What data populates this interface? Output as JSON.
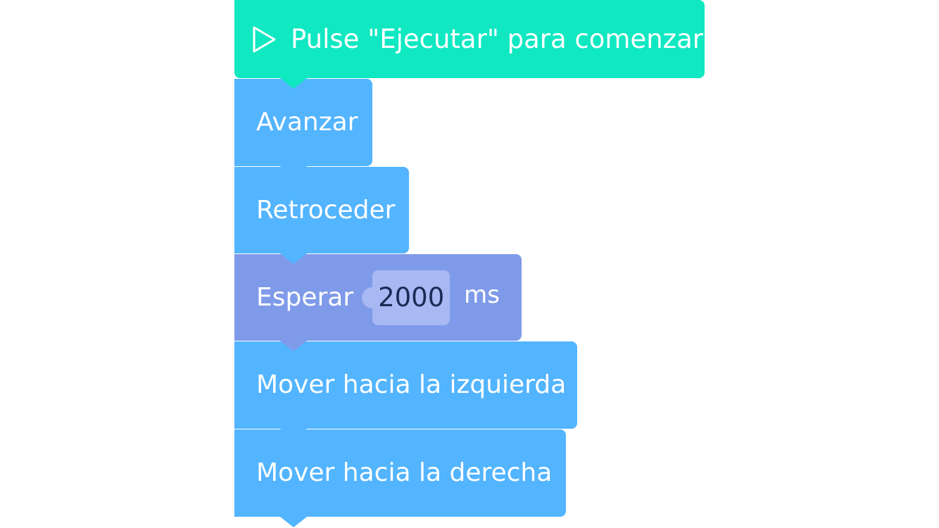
{
  "colors": {
    "start_block": "#10e8c2",
    "motion_block": "#53b4ff",
    "wait_block": "#7f9ae9",
    "wait_input_bg": "#a7b8f3",
    "wait_input_text": "#1d2a56",
    "text": "#ffffff"
  },
  "start_block": {
    "icon": "play-icon",
    "label": "Pulse \"Ejecutar\" para comenzar"
  },
  "blocks": [
    {
      "type": "motion",
      "label": "Avanzar"
    },
    {
      "type": "motion",
      "label": "Retroceder"
    },
    {
      "type": "wait",
      "label": "Esperar",
      "value": "2000",
      "unit": "ms"
    },
    {
      "type": "motion",
      "label": "Mover hacia la izquierda"
    },
    {
      "type": "motion",
      "label": "Mover hacia la derecha"
    }
  ]
}
